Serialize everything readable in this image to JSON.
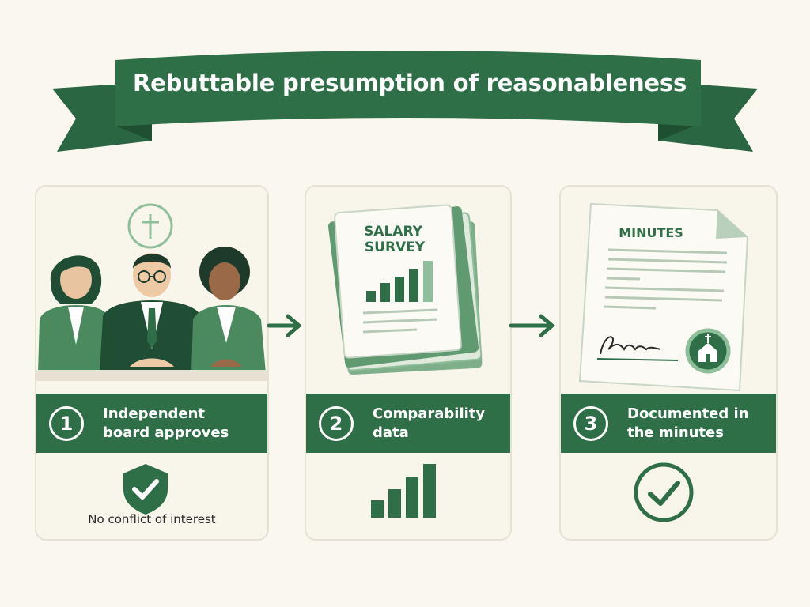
{
  "title": "Rebuttable presumption of reasonableness",
  "steps": [
    {
      "number": "1",
      "label": "Independent\nboard approves",
      "caption": "No conflict of interest",
      "icon": "shield-check-icon"
    },
    {
      "number": "2",
      "label": "Comparability\ndata",
      "document": {
        "line1": "SALARY",
        "line2": "SURVEY"
      },
      "icon": "bar-chart-icon"
    },
    {
      "number": "3",
      "label": "Documented in\nthe minutes",
      "document": {
        "title": "MINUTES"
      },
      "icon": "check-circle-icon"
    }
  ],
  "colors": {
    "dark_green": "#2f6f47",
    "mid_green": "#4a8a5e",
    "light_green": "#8fbf9a",
    "background": "#faf7ef",
    "card": "#f8f5ea"
  }
}
